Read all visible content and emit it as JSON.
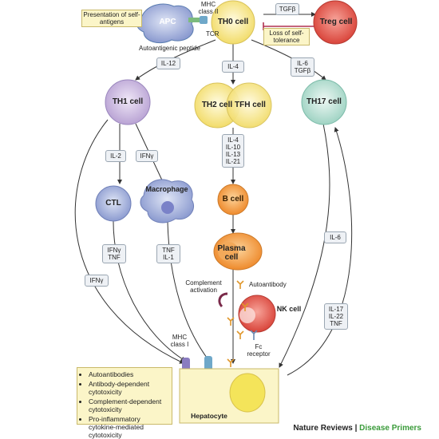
{
  "labels": {
    "presentation": "Presentation of self-antigens",
    "apc": "APC",
    "mhc2": "MHC class II",
    "tcr": "TCR",
    "autoantigenic": "Autoantigenic peptide",
    "th0": "TH0 cell",
    "tgfb_top": "TGFβ",
    "treg": "Treg cell",
    "loss": "Loss of self-tolerance",
    "il12": "IL-12",
    "il4": "IL-4",
    "il6tgfb": "IL-6 TGFβ",
    "th1": "TH1 cell",
    "th2": "TH2 cell",
    "tfh": "TFH cell",
    "th17": "TH17 cell",
    "il2": "IL-2",
    "ifng": "IFNγ",
    "cytokines_b": "IL-4 IL-10 IL-13 IL-21",
    "ctl": "CTL",
    "macrophage": "Macrophage",
    "bcell": "B cell",
    "ifng_tnf": "IFNγ TNF",
    "tnf_il1": "TNF IL-1",
    "plasma": "Plasma cell",
    "il6": "IL-6",
    "ifng_left": "IFNγ",
    "complement": "Complement activation",
    "autoantibody": "Autoantibody",
    "nk": "NK cell",
    "fc": "Fc receptor",
    "il17": "IL-17 IL-22 TNF",
    "mhc1": "MHC class I",
    "hepatocyte": "Hepatocyte"
  },
  "mechanisms": [
    "Autoantibodies",
    "Antibody-dependent cytotoxicity",
    "Complement-dependent cytotoxicity",
    "Pro-inflammatory cytokine-mediated cytotoxicity"
  ],
  "footer": {
    "brand": "Nature Reviews",
    "sep": " | ",
    "series": "Disease Primers"
  },
  "colors": {
    "th0": "#f6e48a",
    "treg": "#e85c4f",
    "th1": "#c9b8dd",
    "th2": "#f6e48a",
    "th17": "#bfe3d8",
    "ctl": "#a8b4dd",
    "macrophage": "#aeb6dc",
    "bcell": "#f4a14a",
    "plasma": "#f08a2e",
    "hepatocyte": "#fbf5c8",
    "nk": "#e04848",
    "apc": "#6aa6cc"
  }
}
